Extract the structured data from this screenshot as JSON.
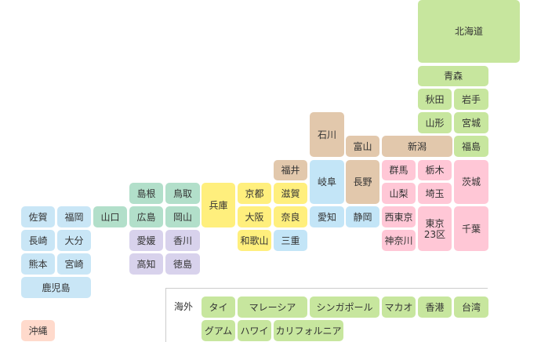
{
  "regions": {
    "hokkaido": [
      {
        "id": "hokkaido",
        "label": "北海道"
      }
    ],
    "tohoku": [
      {
        "id": "aomori",
        "label": "青森"
      },
      {
        "id": "akita",
        "label": "秋田"
      },
      {
        "id": "iwate",
        "label": "岩手"
      },
      {
        "id": "yamagata",
        "label": "山形"
      },
      {
        "id": "miyagi",
        "label": "宮城"
      },
      {
        "id": "fukushima",
        "label": "福島"
      }
    ],
    "chubu_hokuriku": [
      {
        "id": "ishikawa",
        "label": "石川"
      },
      {
        "id": "toyama",
        "label": "富山"
      },
      {
        "id": "niigata",
        "label": "新潟"
      },
      {
        "id": "fukui",
        "label": "福井"
      },
      {
        "id": "nagano",
        "label": "長野"
      }
    ],
    "chubu_tokai": [
      {
        "id": "gifu",
        "label": "岐阜"
      },
      {
        "id": "aichi",
        "label": "愛知"
      },
      {
        "id": "shizuoka",
        "label": "静岡"
      }
    ],
    "kanto": [
      {
        "id": "gunma",
        "label": "群馬"
      },
      {
        "id": "tochigi",
        "label": "栃木"
      },
      {
        "id": "ibaraki",
        "label": "茨城"
      },
      {
        "id": "yamanashi",
        "label": "山梨"
      },
      {
        "id": "saitama",
        "label": "埼玉"
      },
      {
        "id": "nishi_tokyo",
        "label": "西東京"
      },
      {
        "id": "tokyo23",
        "label": "東京\n23区"
      },
      {
        "id": "chiba",
        "label": "千葉"
      },
      {
        "id": "kanagawa",
        "label": "神奈川"
      }
    ],
    "kinki": [
      {
        "id": "hyogo",
        "label": "兵庫"
      },
      {
        "id": "kyoto",
        "label": "京都"
      },
      {
        "id": "shiga",
        "label": "滋賀"
      },
      {
        "id": "osaka",
        "label": "大阪"
      },
      {
        "id": "nara",
        "label": "奈良"
      },
      {
        "id": "wakayama",
        "label": "和歌山"
      },
      {
        "id": "mie",
        "label": "三重"
      }
    ],
    "chugoku": [
      {
        "id": "shimane",
        "label": "島根"
      },
      {
        "id": "tottori",
        "label": "鳥取"
      },
      {
        "id": "yamaguchi",
        "label": "山口"
      },
      {
        "id": "hiroshima",
        "label": "広島"
      },
      {
        "id": "okayama",
        "label": "岡山"
      }
    ],
    "shikoku": [
      {
        "id": "ehime",
        "label": "愛媛"
      },
      {
        "id": "kagawa",
        "label": "香川"
      },
      {
        "id": "kochi",
        "label": "高知"
      },
      {
        "id": "tokushima",
        "label": "徳島"
      }
    ],
    "kyushu": [
      {
        "id": "saga",
        "label": "佐賀"
      },
      {
        "id": "fukuoka",
        "label": "福岡"
      },
      {
        "id": "nagasaki",
        "label": "長崎"
      },
      {
        "id": "oita",
        "label": "大分"
      },
      {
        "id": "kumamoto",
        "label": "熊本"
      },
      {
        "id": "miyazaki",
        "label": "宮崎"
      },
      {
        "id": "kagoshima",
        "label": "鹿児島"
      }
    ],
    "okinawa": [
      {
        "id": "okinawa",
        "label": "沖縄"
      }
    ]
  },
  "overseas": {
    "heading": "海外",
    "items": [
      {
        "id": "thailand",
        "label": "タイ"
      },
      {
        "id": "malaysia",
        "label": "マレーシア"
      },
      {
        "id": "singapore",
        "label": "シンガポール"
      },
      {
        "id": "macau",
        "label": "マカオ"
      },
      {
        "id": "hongkong",
        "label": "香港"
      },
      {
        "id": "taiwan",
        "label": "台湾"
      },
      {
        "id": "guam",
        "label": "グアム"
      },
      {
        "id": "hawaii",
        "label": "ハワイ"
      },
      {
        "id": "california",
        "label": "カリフォルニア"
      }
    ]
  },
  "colors": {
    "hokkaido_tohoku": "#c7e69e",
    "kanto": "#ffc7d6",
    "chubu_hokuriku": "#e2c8ac",
    "chubu_tokai": "#c3e5f7",
    "kinki": "#ffef7d",
    "chugoku": "#b2dfca",
    "shikoku": "#d8d2ec",
    "kyushu": "#c9e6f6",
    "okinawa": "#ffdacc",
    "overseas": "#c7e69e"
  }
}
